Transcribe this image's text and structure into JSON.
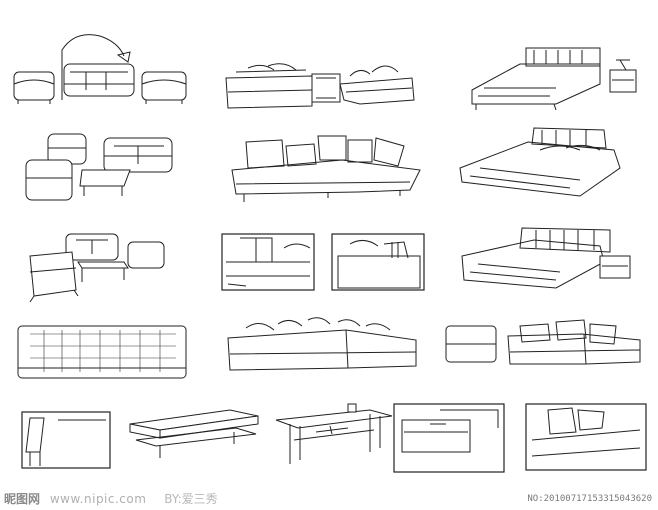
{
  "watermark": {
    "logo_text": "昵图网",
    "url": "www.nipic.com",
    "by": "BY:爱三秀",
    "serial": "NO:20100717153315043620"
  },
  "colors": {
    "line": "#222222",
    "background": "#ffffff",
    "watermark": "#9a9a9a"
  }
}
